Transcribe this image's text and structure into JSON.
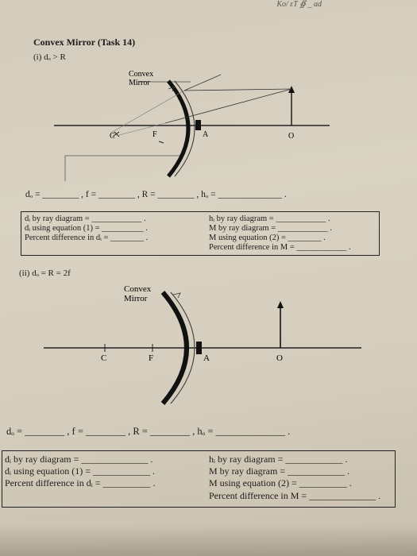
{
  "header_scribble": "Ko/ ɛT ∯ _ ad",
  "title": "Convex Mirror (Task 14)",
  "part1": {
    "label": "(i) dₒ > R",
    "diagram": {
      "mirror_label_1": "Convex",
      "mirror_label_2": "Mirror",
      "point_c": "C",
      "point_f": "F",
      "point_a": "A",
      "point_o": "O"
    },
    "fields": "dₒ = ________ , f = ________ , R = ________ , hₒ = ______________ .",
    "left_box": [
      "dᵢ by ray diagram = ____________ .",
      "dᵢ using equation (1) = __________ .",
      "Percent difference in dᵢ = ________ ."
    ],
    "right_box": [
      "hᵢ by ray diagram = ____________ .",
      "M by ray diagram = ____________ .",
      "M using equation (2) = ________ .",
      "Percent difference in M = ____________ ."
    ]
  },
  "part2": {
    "label": "(ii) dₒ = R = 2f",
    "diagram": {
      "mirror_label_1": "Convex",
      "mirror_label_2": "Mirror",
      "point_c": "C",
      "point_f": "F",
      "point_a": "A",
      "point_o": "O"
    },
    "fields": "dₒ = ________ , f = ________ , R = ________ , hₒ = ______________ .",
    "left_box": [
      "dᵢ by ray diagram = ______________ .",
      "dᵢ using equation (1) = ____________ .",
      "Percent difference in dᵢ = __________ ."
    ],
    "right_box": [
      "hᵢ by ray diagram = ____________ .",
      "M by ray diagram = ____________ .",
      "M using equation (2) = __________ .",
      "Percent difference in M = ______________ ."
    ]
  }
}
